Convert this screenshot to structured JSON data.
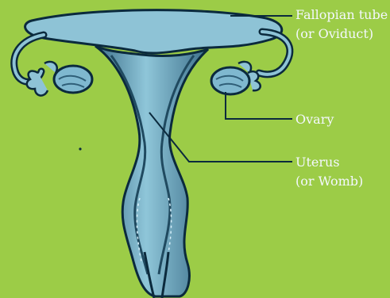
{
  "colors": {
    "background": "#9ccc47",
    "organ_fill": "#8ec3d6",
    "organ_dark": "#2f5f78",
    "outline": "#0b2a3d",
    "label_text": "#f4f8ff"
  },
  "labels": {
    "fallopian_tube": [
      "Fallopian tube",
      "(or Oviduct)"
    ],
    "ovary": [
      "Ovary"
    ],
    "uterus": [
      "Uterus",
      "(or Womb)"
    ]
  }
}
